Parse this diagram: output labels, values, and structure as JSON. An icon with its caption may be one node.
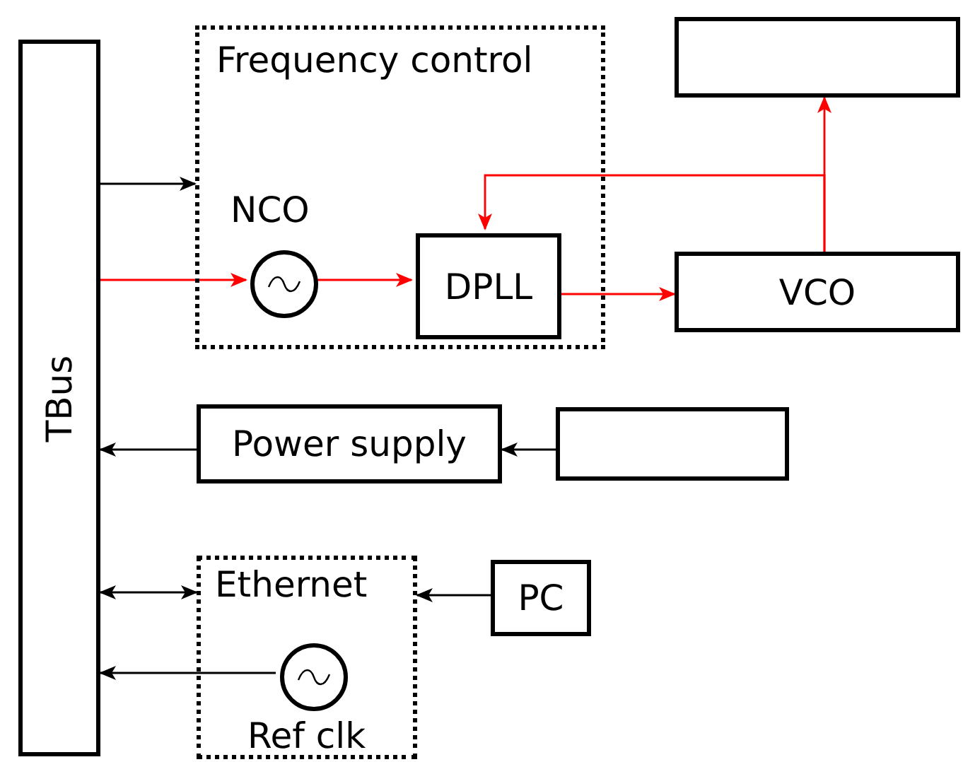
{
  "diagram": {
    "nodes": [
      {
        "text": [
          "TBus"
        ]
      },
      {
        "text": [
          "Frequency control"
        ]
      },
      {
        "text": [
          "NCO"
        ],
        "in": 1
      },
      {
        "text": [
          "DPLL"
        ],
        "in": 1
      },
      {
        "text": [],
        "shape": "box"
      },
      {
        "text": [
          "VCO"
        ]
      },
      {
        "text": [
          "Power supply"
        ]
      },
      {
        "text": [],
        "shape": "box"
      },
      {
        "text": [
          "Ethernet"
        ]
      },
      {
        "text": [
          "PC"
        ]
      },
      {
        "text": [
          "Ref clk"
        ],
        "in": 8
      }
    ],
    "edges": [
      {
        "from": 0,
        "to": 1,
        "arrow": "to"
      },
      {
        "from": 0,
        "to": 2,
        "arrow": "to",
        "color": "#ff0000"
      },
      {
        "from": 2,
        "to": 3,
        "arrow": "to",
        "color": "#ff0000"
      },
      {
        "from": 3,
        "to": 5,
        "arrow": "to",
        "color": "#ff0000"
      },
      {
        "from": 5,
        "to": 4,
        "arrow": "to",
        "color": "#ff0000"
      },
      {
        "from": 5,
        "to": 3,
        "arrow": "to",
        "color": "#ff0000"
      },
      {
        "from": 6,
        "to": 0,
        "arrow": "to"
      },
      {
        "from": 7,
        "to": 6,
        "arrow": "to"
      },
      {
        "from": 0,
        "to": 8,
        "arrow": "both"
      },
      {
        "from": 9,
        "to": 8,
        "arrow": "to"
      },
      {
        "from": 10,
        "to": 0,
        "arrow": "to"
      }
    ]
  }
}
